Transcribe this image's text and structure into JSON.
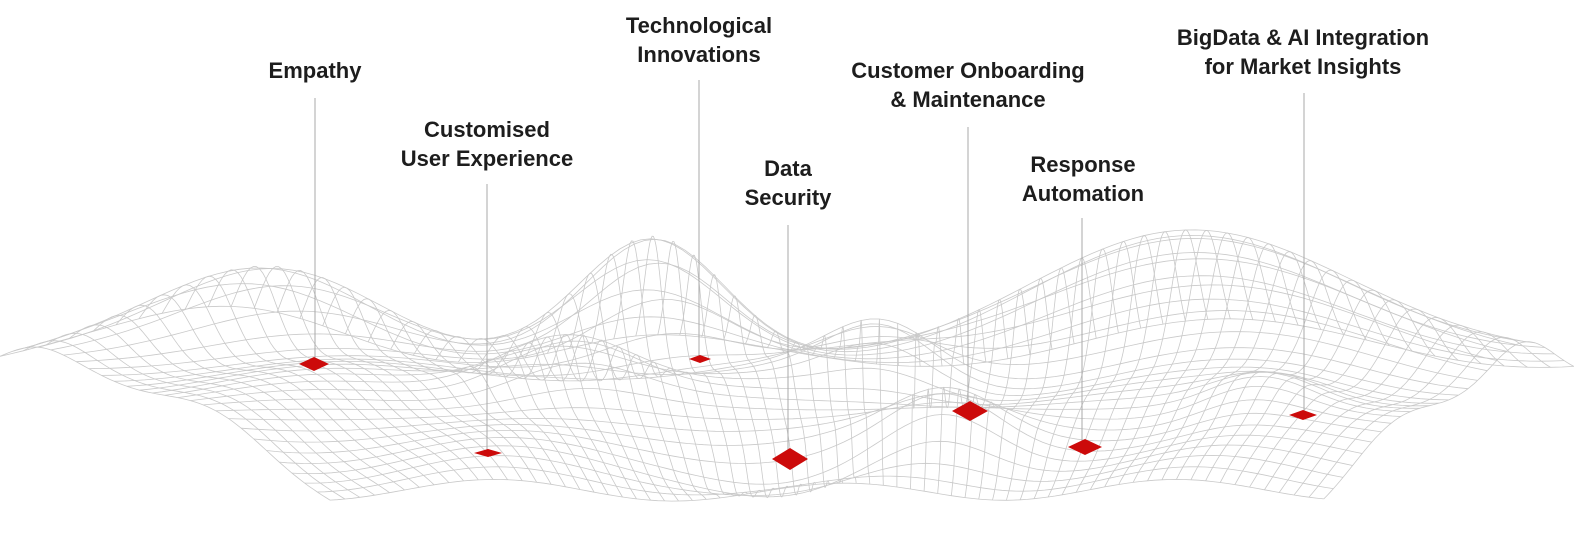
{
  "colors": {
    "background": "#ffffff",
    "mesh": "#c9c9c9",
    "leader": "#a8a8a8",
    "marker": "#cc0a0a",
    "text": "#1d1d1d"
  },
  "callouts": [
    {
      "id": "empathy",
      "lines": [
        "Empathy"
      ]
    },
    {
      "id": "customised-user-experience",
      "lines": [
        "Customised",
        "User Experience"
      ]
    },
    {
      "id": "technological-innovations",
      "lines": [
        "Technological",
        "Innovations"
      ]
    },
    {
      "id": "data-security",
      "lines": [
        "Data",
        "Security"
      ]
    },
    {
      "id": "customer-onboarding-maintenance",
      "lines": [
        "Customer Onboarding",
        "& Maintenance"
      ]
    },
    {
      "id": "response-automation",
      "lines": [
        "Response",
        "Automation"
      ]
    },
    {
      "id": "bigdata-ai-integration",
      "lines": [
        "BigData & AI Integration",
        "for Market Insights"
      ]
    }
  ]
}
